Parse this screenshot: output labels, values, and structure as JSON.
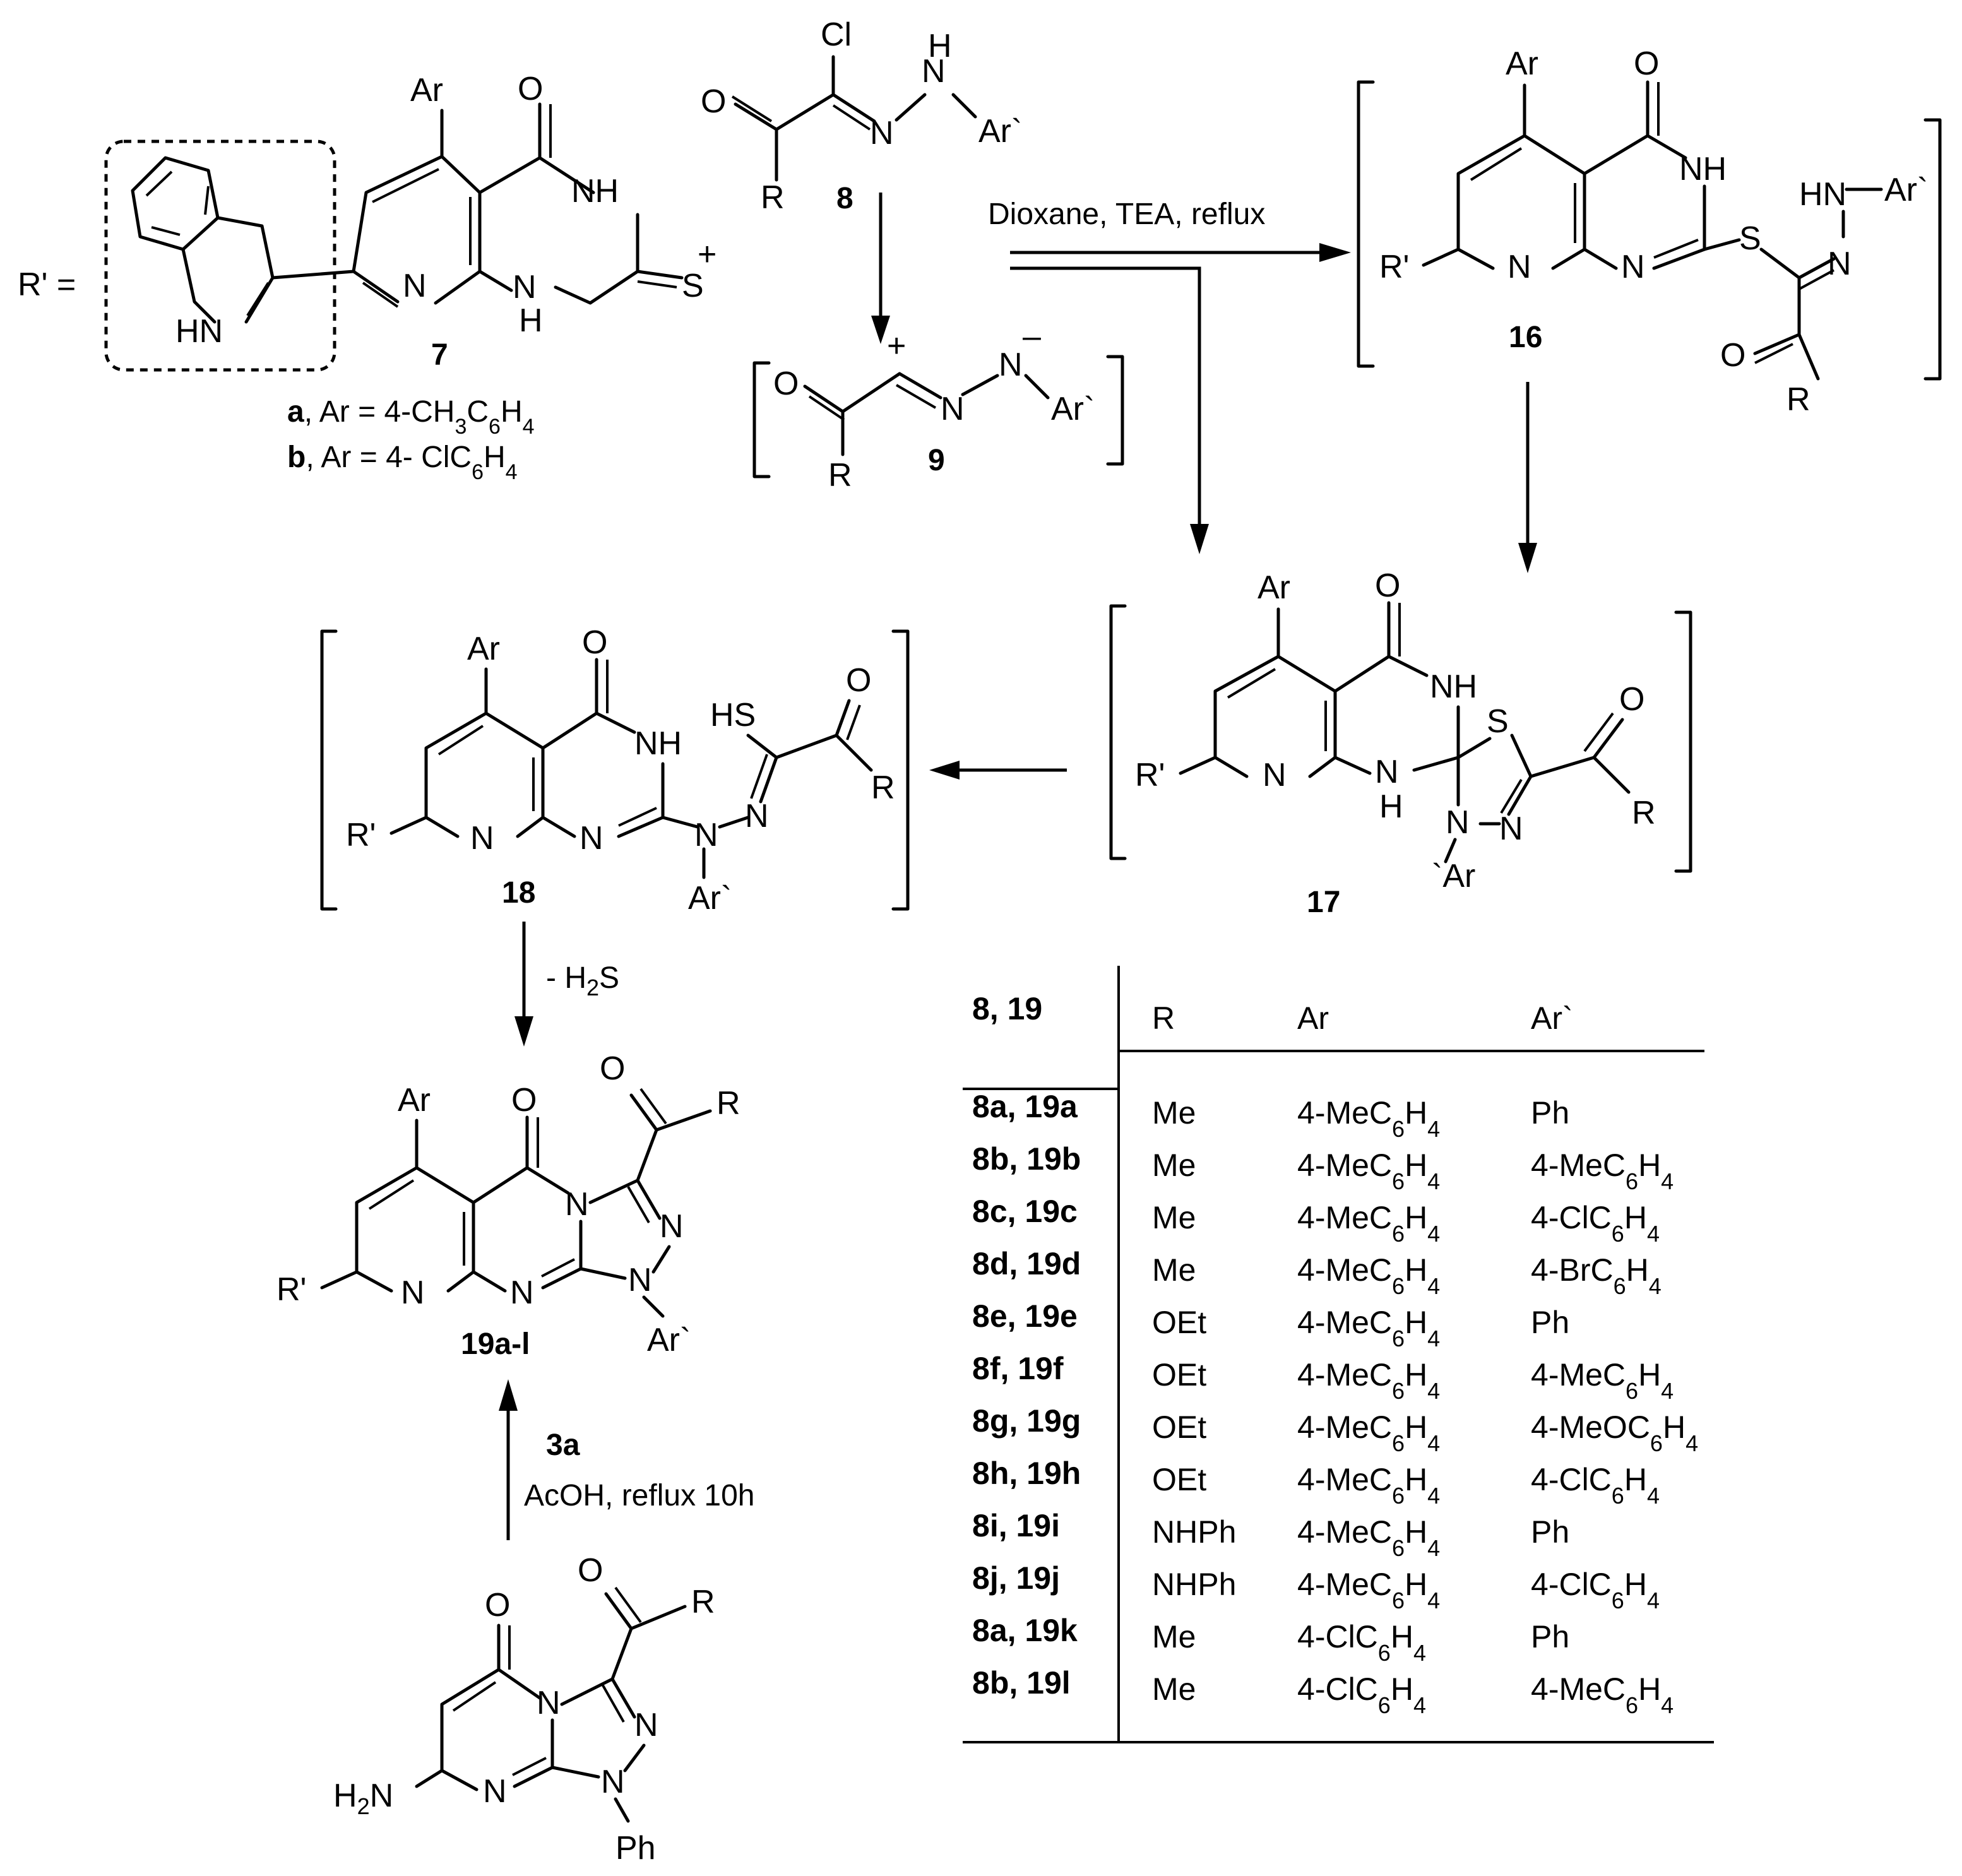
{
  "rprime_def": {
    "label": "R' ="
  },
  "compound_7": {
    "number": "7",
    "variants": [
      {
        "key": "a",
        "text": ", Ar = 4-CH3C6H4"
      },
      {
        "key": "b",
        "text": ", Ar = 4- ClC6H4"
      }
    ]
  },
  "plus_sign": "+",
  "labels": {
    "c8": "8",
    "c9": "9",
    "c16": "16",
    "c17": "17",
    "c18": "18",
    "c19": "19a-l",
    "c3a": "3a"
  },
  "conditions": {
    "main": "Dioxane, TEA, reflux",
    "elimination": "- H2S",
    "alternate": "AcOH, reflux 10h"
  },
  "table": {
    "headers": [
      "8, 19",
      "R",
      "Ar",
      "Ar`"
    ],
    "rows": [
      [
        "8a, 19a",
        "Me",
        "4-MeC6H4",
        "Ph"
      ],
      [
        "8b, 19b",
        "Me",
        "4-MeC6H4",
        "4-MeC6H4"
      ],
      [
        "8c, 19c",
        "Me",
        "4-MeC6H4",
        "4-ClC6H4"
      ],
      [
        "8d, 19d",
        "Me",
        "4-MeC6H4",
        "4-BrC6H4"
      ],
      [
        "8e, 19e",
        "OEt",
        "4-MeC6H4",
        "Ph"
      ],
      [
        "8f, 19f",
        "OEt",
        "4-MeC6H4",
        "4-MeC6H4"
      ],
      [
        "8g, 19g",
        "OEt",
        "4-MeC6H4",
        "4-MeOC6H4"
      ],
      [
        "8h, 19h",
        "OEt",
        "4-MeC6H4",
        "4-ClC6H4"
      ],
      [
        "8i, 19i",
        "NHPh",
        "4-MeC6H4",
        "Ph"
      ],
      [
        "8j, 19j",
        "NHPh",
        "4-MeC6H4",
        "4-ClC6H4"
      ],
      [
        "8a, 19k",
        "Me",
        "4-ClC6H4",
        "Ph"
      ],
      [
        "8b, 19l",
        "Me",
        "4-ClC6H4",
        "4-MeC6H4"
      ]
    ]
  }
}
